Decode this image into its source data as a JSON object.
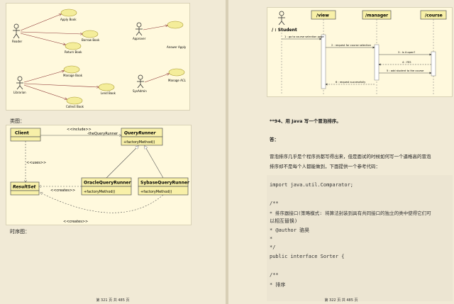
{
  "left_page": {
    "usecase_diagram": {
      "actors": [
        "Reader",
        "Approver",
        "Librarian",
        "SysAdmin"
      ],
      "usecases": [
        "Apply Book",
        "Borrow Book",
        "Return Book",
        "Answer Apply",
        "Manage Book",
        "Lend Book",
        "Collect Book",
        "Manage ACL"
      ]
    },
    "class_section_label": "类图：",
    "class_diagram": {
      "classes": {
        "client": "Client",
        "query_runner": "QueryRunner",
        "query_runner_method": "+factoryMethod()",
        "result_set": "ResultSet",
        "oracle_runner": "OracleQueryRunner",
        "oracle_method": "+factoryMethod()",
        "sybase_runner": "SybaseQueryRunner",
        "sybase_method": "+factoryMethod()"
      },
      "relations": {
        "include": "<<include>>",
        "the_query_runner": "-theQueryRunner",
        "uses": "<<uses>>",
        "creates_1": "<<creates>>",
        "creates_2": "<<creates>>"
      }
    },
    "sequence_section_label": "时序图：",
    "footer": "第 321 页 共 485 页"
  },
  "right_page": {
    "sequence_diagram": {
      "actor": "/ : Student",
      "lifelines": [
        "/view",
        "/manager",
        "/course"
      ],
      "messages": [
        "1 : go to course selection page",
        "2 : request for course selection",
        "3 : Is it open?",
        "4 : YES",
        "5 : add student to the course",
        "6 : request successfully"
      ]
    },
    "question": "**94、用 Java 写一个冒泡排序。",
    "answer_label": "答：",
    "answer_line1": "冒泡排序几乎是个程序员都写得出来，但是面试的时候如何写一个逼格高的冒泡",
    "answer_line2": "排序却不是每个人都能做到，下面提供一个参考代码：",
    "code": [
      "import java.util.Comparator;",
      "/**",
      " * 排序器接口(策略模式: 将算法封装到具有共同接口的独立的类中使得它们可",
      "以相互替换)",
      " * @author 骆昊",
      " *",
      " */",
      "public interface Sorter {",
      "    /**",
      "     * 排序"
    ],
    "footer": "第 322 页 共 485 页"
  }
}
